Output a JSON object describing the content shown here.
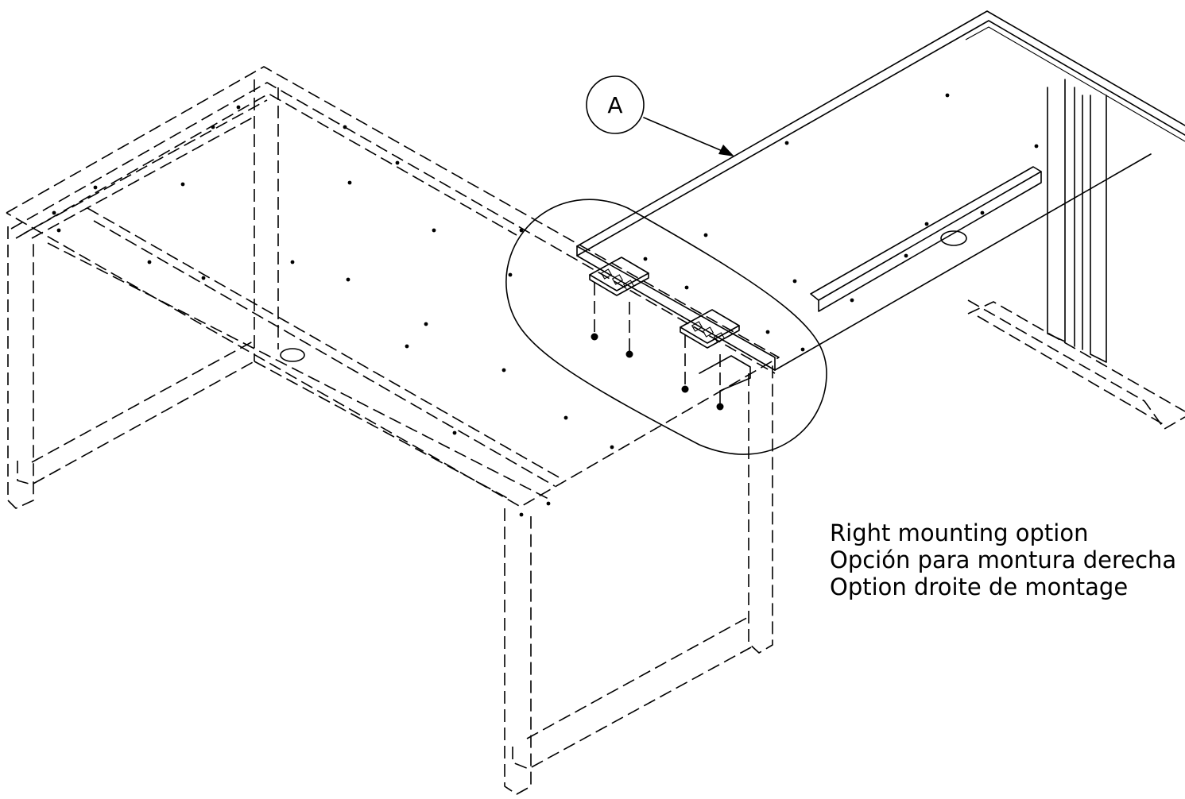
{
  "callout": {
    "label": "A"
  },
  "caption": {
    "lines": [
      "Right mounting option",
      "Opción para montura derecha",
      "Option droite de montage"
    ]
  }
}
